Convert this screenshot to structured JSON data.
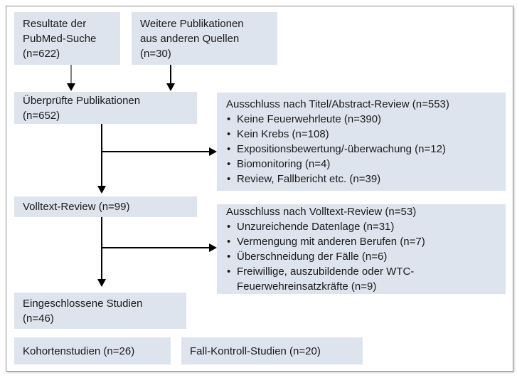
{
  "colors": {
    "box_fill": "#dde4ee",
    "frame_border": "#8c8c8c",
    "text": "#1a1a1a",
    "arrow": "#000000",
    "arrow_muted": "#808080"
  },
  "flow": {
    "pubmed_results": "Resultate der\nPubMed-Suche\n(n=622)",
    "other_sources": "Weitere Publikationen\naus anderen Quellen\n(n=30)",
    "screened": "Überprüfte Publikationen\n(n=652)",
    "fulltext_review": "Volltext-Review (n=99)",
    "included": "Eingeschlossene Studien\n(n=46)",
    "cohort_studies": "Kohortenstudien (n=26)",
    "case_control_studies": "Fall-Kontroll-Studien (n=20)",
    "exclusion_title_abstract": {
      "title": "Ausschluss nach Titel/Abstract-Review (n=553)",
      "items": [
        "Keine Feuerwehrleute (n=390)",
        "Kein Krebs (n=108)",
        "Expositionsbewertung/-überwachung (n=12)",
        "Biomonitoring (n=4)",
        "Review, Fallbericht etc. (n=39)"
      ]
    },
    "exclusion_fulltext": {
      "title": "Ausschluss nach Volltext-Review (n=53)",
      "items": [
        "Unzureichende Datenlage (n=31)",
        "Vermengung mit anderen Berufen (n=7)",
        "Überschneidung der Fälle (n=6)",
        "Freiwillige, auszubildende oder WTC-Feuerwehreinsatzkräfte (n=9)"
      ]
    }
  }
}
